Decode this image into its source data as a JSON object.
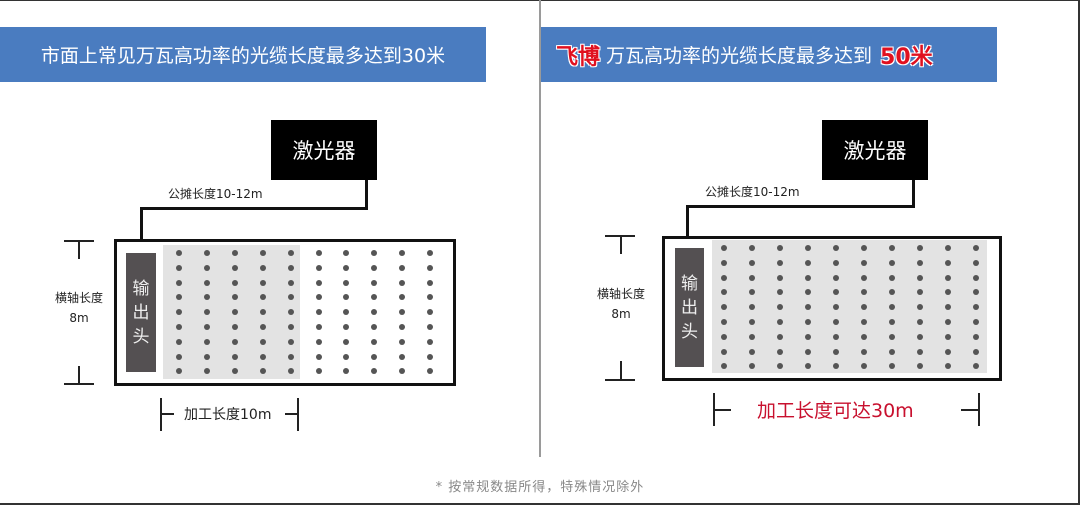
{
  "left_panel": {
    "banner_text": "市面上常见万瓦高功率的光缆长度最多达到30米",
    "laser_label": "激光器",
    "cable_label": "公摊长度10-12m",
    "output_head_chars": [
      "输",
      "出",
      "头"
    ],
    "side_label_line1": "横轴长度",
    "side_label_line2": "8m",
    "processing_length_label": "加工长度10m",
    "dot_grid": {
      "columns": 10,
      "rows": 9,
      "highlighted_columns": 5
    }
  },
  "right_panel": {
    "brand": "飞博",
    "banner_text": "万瓦高功率的光缆长度最多达到",
    "banner_highlight": "50米",
    "laser_label": "激光器",
    "cable_label": "公摊长度10-12m",
    "output_head_chars": [
      "输",
      "出",
      "头"
    ],
    "side_label_line1": "横轴长度",
    "side_label_line2": "8m",
    "processing_length_label": "加工长度可达30m",
    "dot_grid": {
      "columns": 10,
      "rows": 9,
      "highlighted_columns": 10
    }
  },
  "footnote": "* 按常规数据所得，特殊情况除外",
  "colors": {
    "banner_blue": "#4a7cc0",
    "brand_red": "#e0101f",
    "label_red": "#c8102e",
    "work_area_gray": "#e3e3e3",
    "output_head": "#545052"
  }
}
